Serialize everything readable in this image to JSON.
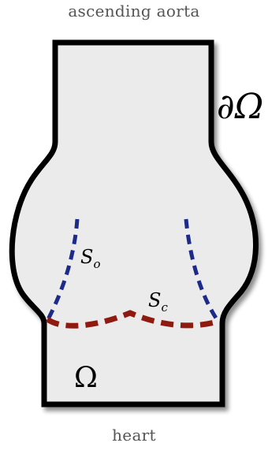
{
  "labels": {
    "top": "ascending aorta",
    "bottom": "heart",
    "boundary": "∂Ω",
    "domain": "Ω",
    "surface_o_main": "S",
    "surface_o_sub": "o",
    "surface_c_main": "S",
    "surface_c_sub": "c"
  },
  "colors": {
    "domain_fill": "#ebebeb",
    "boundary_stroke": "#000000",
    "surface_o": "#1c2a8a",
    "surface_c": "#8f1a10",
    "caption": "#555555"
  }
}
